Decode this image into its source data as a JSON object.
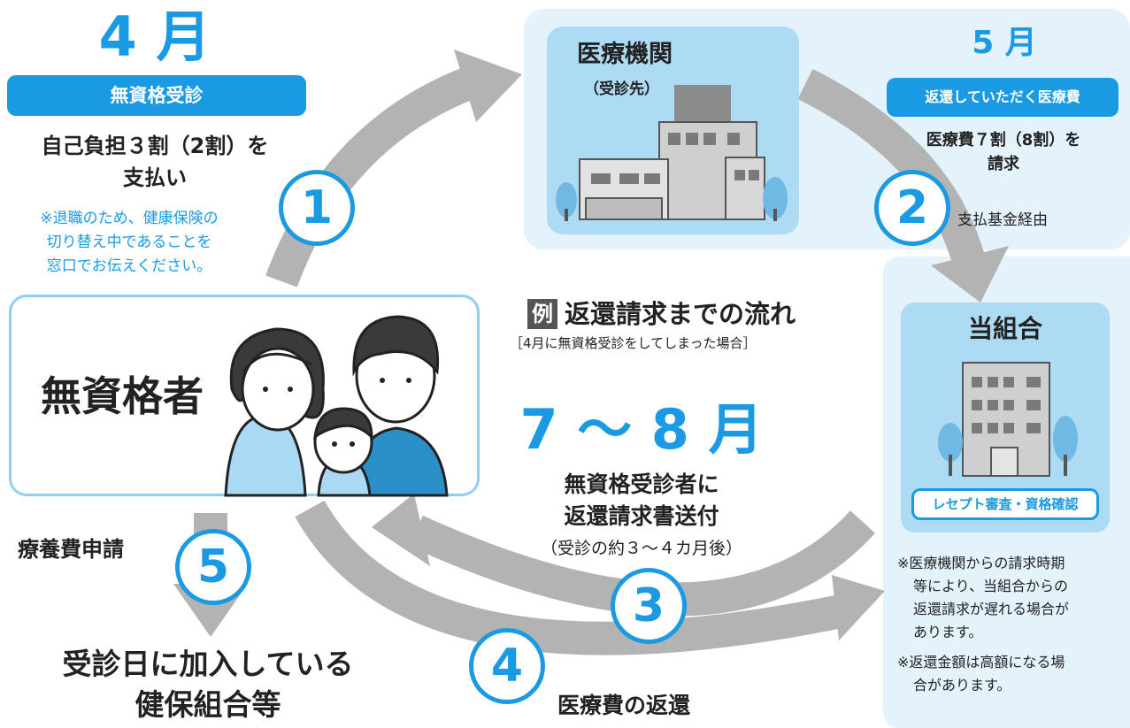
{
  "april": {
    "month": "4 月",
    "badge": "無資格受診",
    "pay_line1": "自己負担３割（2割）を",
    "pay_line2": "支払い",
    "note_lines": [
      "※退職のため、健康保険の",
      "切り替え中であることを",
      "窓口でお伝えください。"
    ]
  },
  "medical": {
    "title": "医療機関",
    "subtitle": "（受診先）"
  },
  "may": {
    "month": "5 月",
    "badge": "返還していただく医療費",
    "claim_line1": "医療費７割（8割）を",
    "claim_line2": "請求",
    "via": "支払基金経由"
  },
  "center": {
    "example_mark": "例",
    "flow_title": "返還請求までの流れ",
    "flow_sub": "［4月に無資格受診をしてしまった場合］",
    "month": "7 〜 8 月",
    "send_line1": "無資格受診者に",
    "send_line2": "返還請求書送付",
    "send_note": "（受診の約３〜４カ月後）"
  },
  "person": {
    "label": "無資格者"
  },
  "kumiai": {
    "title": "当組合",
    "badge": "レセプト審査・資格確認",
    "note1_lines": [
      "※医療機関からの請求時期",
      "等により、当組合からの",
      "返還請求が遅れる場合が",
      "あります。"
    ],
    "note2_lines": [
      "※返還金額は高額になる場",
      "合があります。"
    ]
  },
  "bottom": {
    "apply": "療養費申請",
    "dest_line1": "受診日に加入している",
    "dest_line2": "健保組合等",
    "refund": "医療費の返還"
  },
  "steps": [
    "1",
    "2",
    "3",
    "4",
    "5"
  ],
  "colors": {
    "accent": "#1a9ae2",
    "panel": "#e4f2fb",
    "card": "#aedbf4",
    "arrow": "#b3b3b3"
  }
}
